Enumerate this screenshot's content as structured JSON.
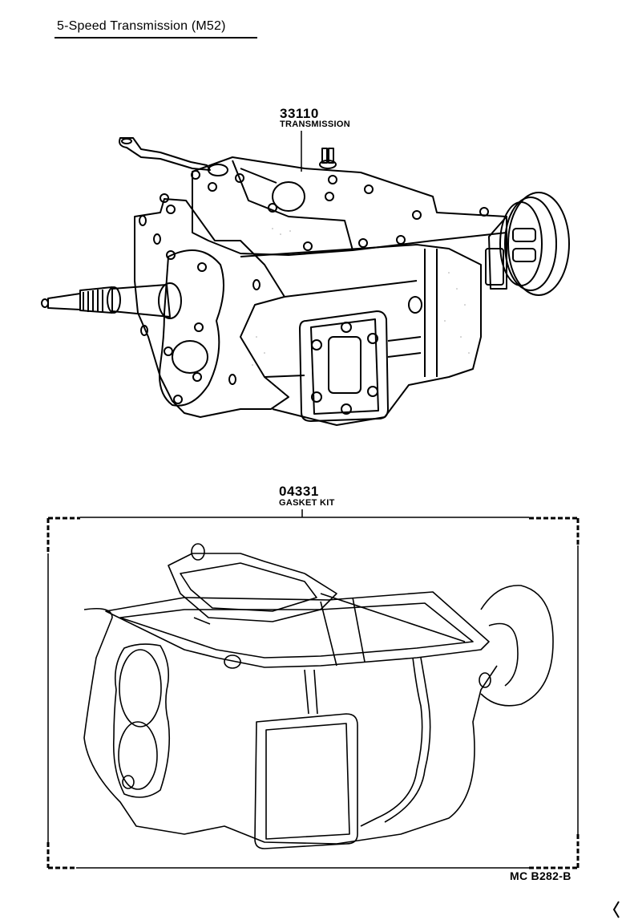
{
  "header": {
    "title": "5-Speed Transmission (M52)"
  },
  "parts": [
    {
      "part_number": "33110",
      "name": "TRANSMISSION"
    },
    {
      "part_number": "04331",
      "name": "GASKET KIT"
    }
  ],
  "footer": {
    "reference_code": "MC B282-B"
  },
  "colors": {
    "ink": "#000000",
    "paper": "#ffffff"
  }
}
